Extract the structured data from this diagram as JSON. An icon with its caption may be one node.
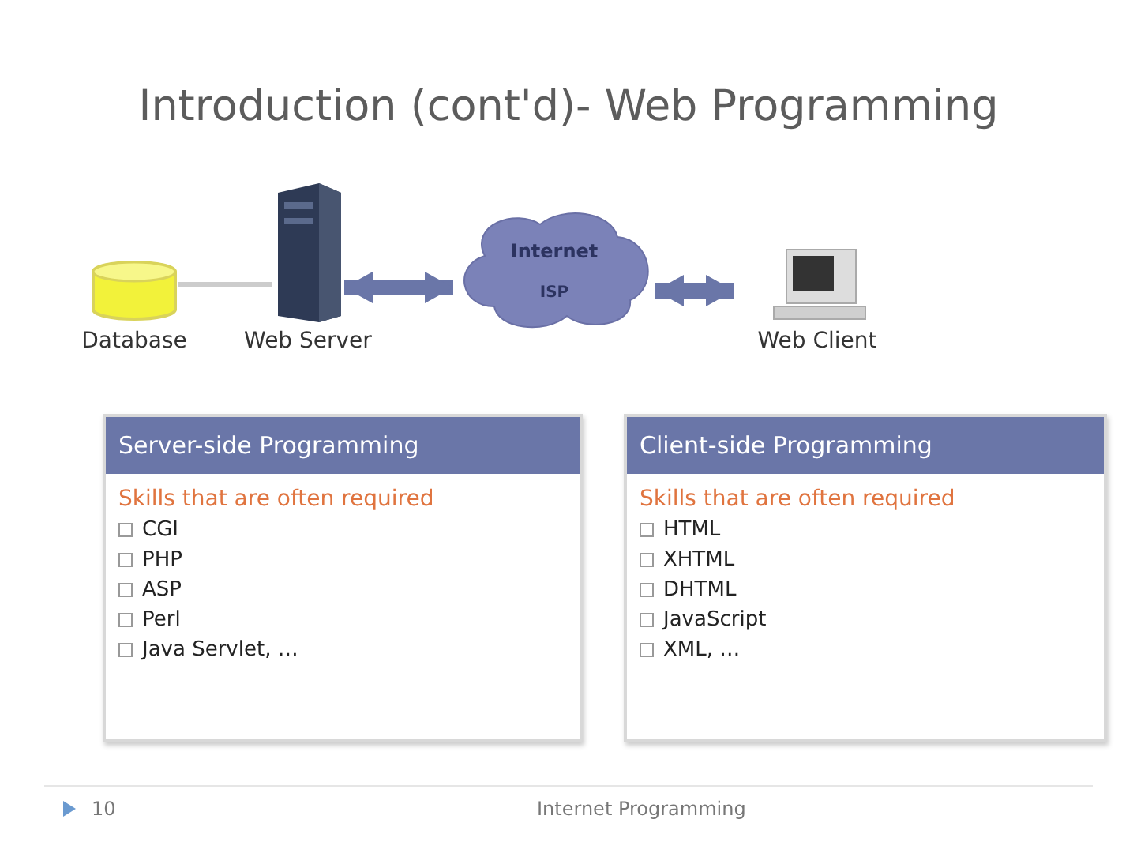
{
  "diagram": {
    "title": "Introduction (cont'd)- Web Programming",
    "nodes": [
      {
        "text": [
          "Database"
        ]
      },
      {
        "text": [
          "Web Server"
        ]
      },
      {
        "text": [
          "Internet",
          "ISP"
        ]
      },
      {
        "text": [
          "Web Client"
        ]
      },
      {
        "text": [
          "Server-side Programming",
          "Skills that are often required",
          "CGI",
          "PHP",
          "ASP",
          "Perl",
          "Java Servlet, …"
        ]
      },
      {
        "text": [
          "Client-side Programming",
          "Skills that are often required",
          "HTML",
          "XHTML",
          "DHTML",
          "JavaScript",
          "XML, …"
        ]
      }
    ],
    "edges": [
      {
        "from": 0,
        "to": 1,
        "arrow": "none",
        "color": "#cccccc"
      },
      {
        "from": 1,
        "to": 2,
        "arrow": "both"
      },
      {
        "from": 2,
        "to": 3,
        "arrow": "both"
      }
    ],
    "labels": [
      "10",
      "Internet Programming"
    ]
  }
}
